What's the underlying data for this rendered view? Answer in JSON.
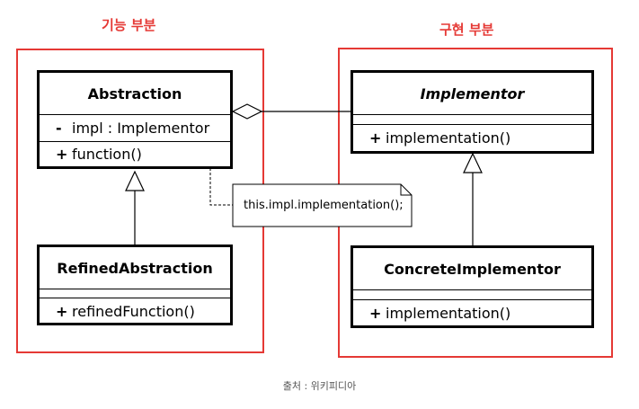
{
  "labels": {
    "functional_part": "기능 부분",
    "implementation_part": "구현 부분"
  },
  "classes": {
    "abstraction": {
      "name": "Abstraction",
      "attribute_sign": "-",
      "attribute": "impl : Implementor",
      "method_sign": "+",
      "method": "function()"
    },
    "refined_abstraction": {
      "name": "RefinedAbstraction",
      "method_sign": "+",
      "method": "refinedFunction()"
    },
    "implementor": {
      "name": "Implementor",
      "method_sign": "+",
      "method": "implementation()"
    },
    "concrete_implementor": {
      "name": "ConcreteImplementor",
      "method_sign": "+",
      "method": "implementation()"
    }
  },
  "note": {
    "text": "this.impl.implementation();"
  },
  "caption": "출처 : 위키피디아",
  "colors": {
    "region_border": "#e53935",
    "label_text": "#e53935",
    "class_border": "#000000"
  }
}
